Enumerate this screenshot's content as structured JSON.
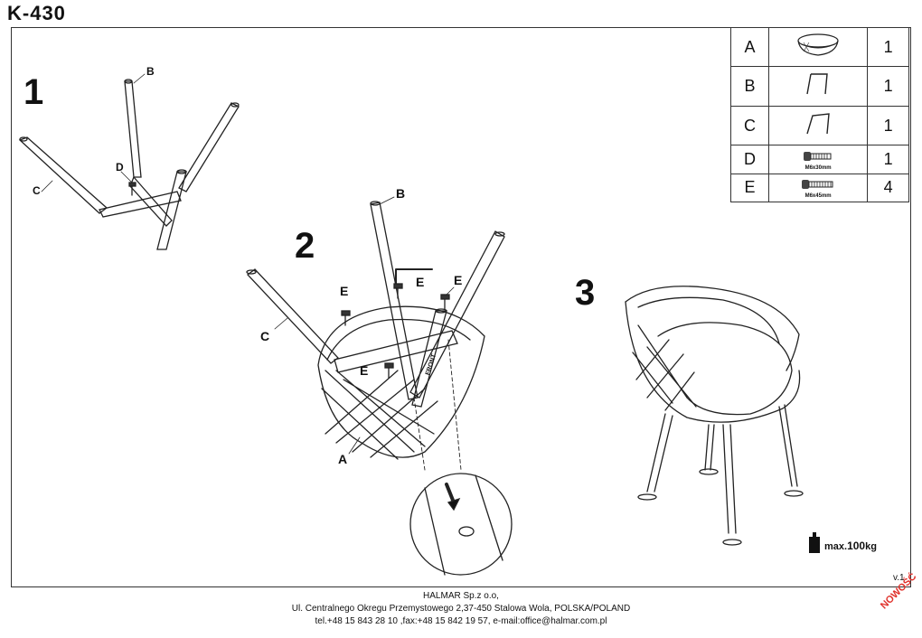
{
  "product_code": "K-430",
  "parts_table": [
    {
      "letter": "A",
      "qty": "1",
      "icon": "seat-icon",
      "caption": ""
    },
    {
      "letter": "B",
      "qty": "1",
      "icon": "front-leg-icon",
      "caption": ""
    },
    {
      "letter": "C",
      "qty": "1",
      "icon": "rear-leg-icon",
      "caption": ""
    },
    {
      "letter": "D",
      "qty": "1",
      "icon": "screw-icon",
      "caption": "M6x30mm"
    },
    {
      "letter": "E",
      "qty": "4",
      "icon": "screw-icon",
      "caption": "M6x45mm"
    }
  ],
  "steps": [
    "1",
    "2",
    "3"
  ],
  "step1_labels": {
    "b": "B",
    "c": "C",
    "d": "D"
  },
  "step2_labels": {
    "b": "B",
    "c": "C",
    "a": "A",
    "e1": "E",
    "e2": "E",
    "e3": "E",
    "e4": "E",
    "front": "FRONT"
  },
  "max_load": {
    "prefix": "max.",
    "value": "100",
    "unit": "kg"
  },
  "version": "v.1",
  "footer": {
    "company": "HALMAR Sp.z o.o,",
    "address": "Ul. Centralnego Okregu Przemystowego 2,37-450 Stalowa Wola, POLSKA/POLAND",
    "contact": "tel.+48 15 843 28 10 ,fax:+48 15 842 19 57, e-mail:office@halmar.com.pl"
  },
  "badge": "NOWOŚĆ"
}
